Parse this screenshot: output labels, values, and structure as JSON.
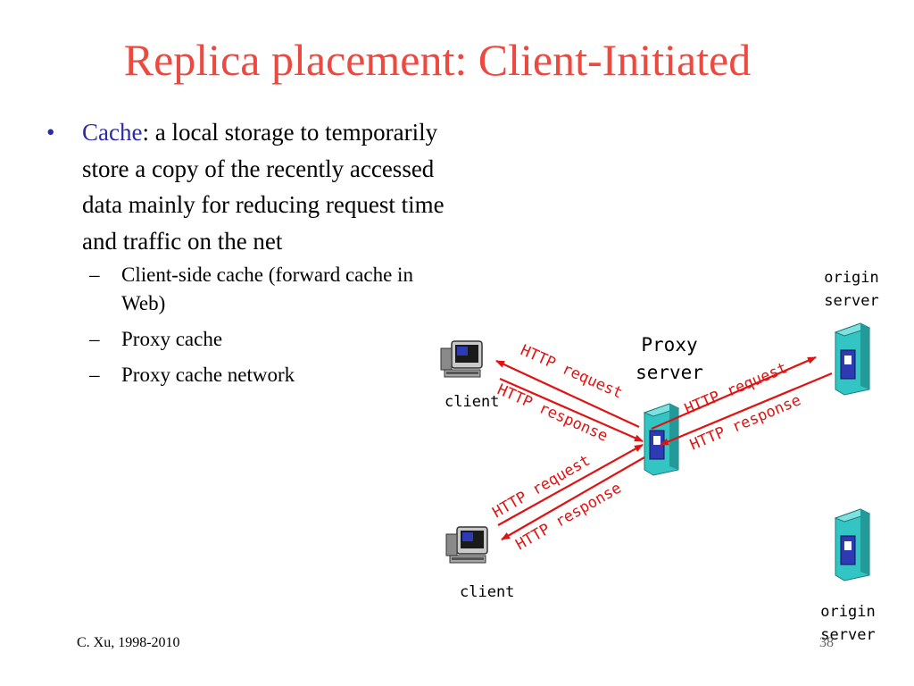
{
  "slide": {
    "title": "Replica placement: Client-Initiated",
    "bullet": {
      "marker": "•",
      "keyword": "Cache",
      "text": ": a local storage to temporarily store a copy of the recently accessed data mainly for reducing request time and traffic on the net"
    },
    "sub_bullets": [
      {
        "dash": "–",
        "text": "Client-side cache (forward cache in Web)"
      },
      {
        "dash": "–",
        "text": "Proxy cache"
      },
      {
        "dash": "–",
        "text": "Proxy cache network"
      }
    ],
    "footer_left": "C. Xu, 1998-2010",
    "page_number": "38"
  },
  "diagram": {
    "nodes": {
      "client_top": "client",
      "client_bottom": "client",
      "proxy_line1": "Proxy",
      "proxy_line2": "server",
      "origin_top_line1": "origin",
      "origin_top_line2": "server",
      "origin_bottom_line1": "origin",
      "origin_bottom_line2": "server"
    },
    "edge_labels": {
      "top_request": "HTTP request",
      "top_response": "HTTP response",
      "right_request": "HTTP request",
      "right_response": "HTTP response",
      "bottom_request": "HTTP request",
      "bottom_response": "HTTP response"
    },
    "colors": {
      "title": "#ec4a40",
      "arrow": "#e01313",
      "server_body": "#33c4c4",
      "server_slot": "#2e3ab3"
    }
  }
}
